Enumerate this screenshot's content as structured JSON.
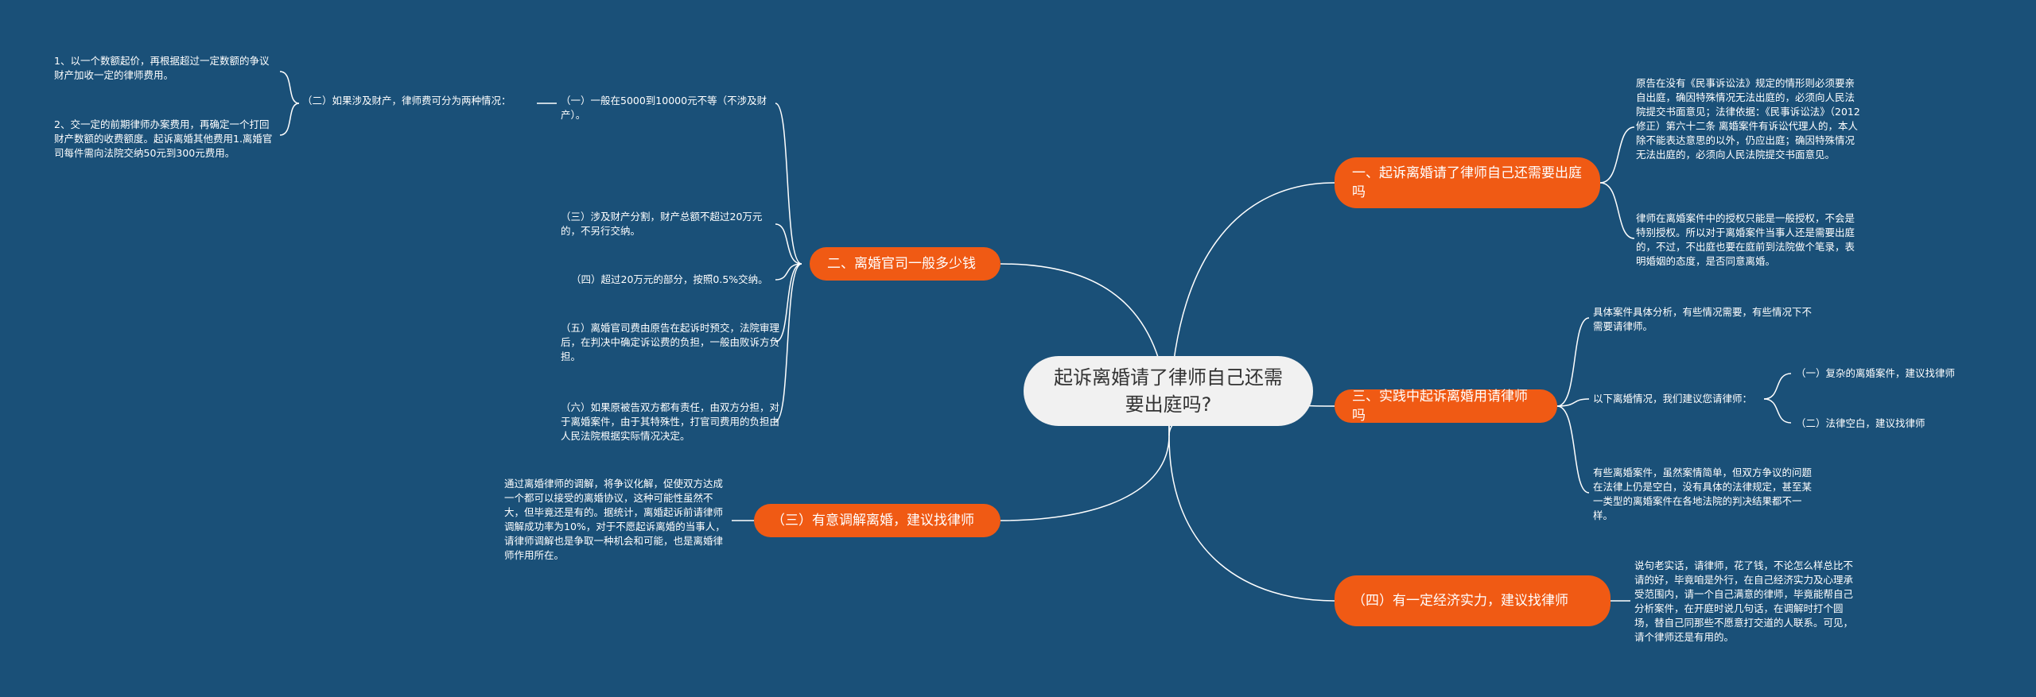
{
  "center": "起诉离婚请了律师自己还需要出庭吗?",
  "branches": {
    "b1": "一、起诉离婚请了律师自己还需要出庭吗",
    "b2": "二、离婚官司一般多少钱",
    "b3": "三、实践中起诉离婚用请律师吗",
    "b4": "（三）有意调解离婚，建议找律师",
    "b5": "（四）有一定经济实力，建议找律师"
  },
  "leaves": {
    "b1_1": "原告在没有《民事诉讼法》规定的情形则必须要亲自出庭，确因特殊情况无法出庭的，必须向人民法院提交书面意见；法律依据：《民事诉讼法》（2012修正）第六十二条 离婚案件有诉讼代理人的，本人除不能表达意思的以外，仍应出庭；确因特殊情况无法出庭的，必须向人民法院提交书面意见。",
    "b1_2": "律师在离婚案件中的授权只能是一般授权，不会是特别授权。所以对于离婚案件当事人还是需要出庭的，不过，不出庭也要在庭前到法院做个笔录，表明婚姻的态度，是否同意离婚。",
    "b2_1": "（一）一般在5000到10000元不等（不涉及财产）。",
    "b2_2": "（二）如果涉及财产，律师费可分为两种情况：",
    "b2_2a": "1、以一个数额起价，再根据超过一定数额的争议财产加收一定的律师费用。",
    "b2_2b": "2、交一定的前期律师办案费用，再确定一个打回财产数额的收费额度。起诉离婚其他费用1.离婚官司每件需向法院交纳50元到300元费用。",
    "b2_3": "（三）涉及财产分割，财产总额不超过20万元的，不另行交纳。",
    "b2_4": "（四）超过20万元的部分，按照0.5%交纳。",
    "b2_5": "（五）离婚官司费由原告在起诉时预交，法院审理后，在判决中确定诉讼费的负担，一般由败诉方负担。",
    "b2_6": "（六）如果原被告双方都有责任，由双方分担，对于离婚案件，由于其特殊性，打官司费用的负担由人民法院根据实际情况决定。",
    "b3_1": "具体案件具体分析，有些情况需要，有些情况下不需要请律师。",
    "b3_2": "以下离婚情况，我们建议您请律师：",
    "b3_2a": "（一）复杂的离婚案件，建议找律师",
    "b3_2b": "（二）法律空白，建议找律师",
    "b3_3": "有些离婚案件，虽然案情简单，但双方争议的问题在法律上仍是空白，没有具体的法律规定，甚至某一类型的离婚案件在各地法院的判决结果都不一样。",
    "b4_1": "通过离婚律师的调解，将争议化解，促使双方达成一个都可以接受的离婚协议，这种可能性虽然不大，但毕竟还是有的。据统计，离婚起诉前请律师调解成功率为10%，对于不愿起诉离婚的当事人，请律师调解也是争取一种机会和可能，也是离婚律师作用所在。",
    "b5_1": "说句老实话，请律师，花了钱，不论怎么样总比不请的好，毕竟咱是外行，在自己经济实力及心理承受范围内，请一个自己满意的律师，毕竟能帮自己分析案件，在开庭时说几句话，在调解时打个圆场，替自己同那些不愿意打交道的人联系。可见，请个律师还是有用的。"
  },
  "colors": {
    "background": "#1a5078",
    "branch": "#f05a14",
    "center": "#f1f1f1",
    "line": "#ffffff"
  }
}
